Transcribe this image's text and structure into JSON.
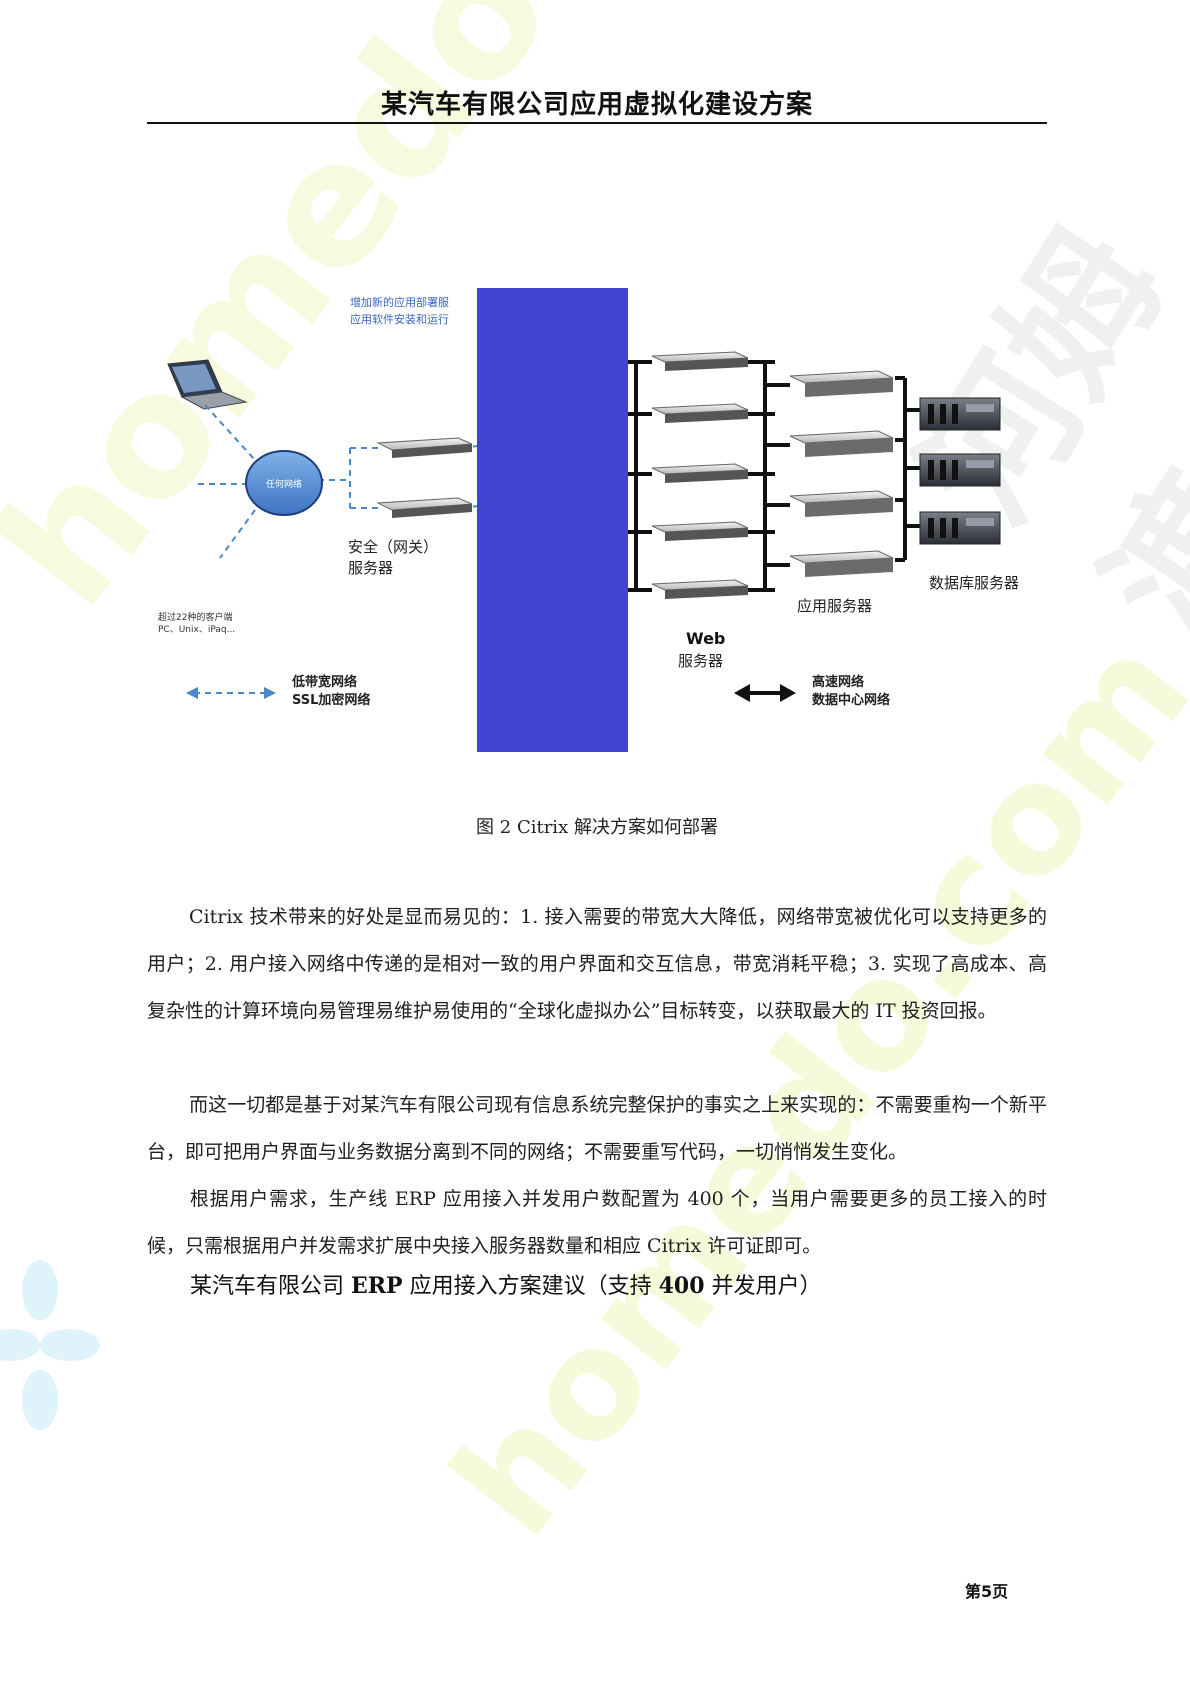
{
  "header": {
    "title": "某汽车有限公司应用虚拟化建设方案"
  },
  "diagram": {
    "top_note_1": "增加新的应用部署服",
    "top_note_2": "应用软件安装和运行",
    "any_network": "任何网络",
    "gateway_label_1": "安全（网关）",
    "gateway_label_2": "服务器",
    "clients_note_1": "超过22种的客户端",
    "clients_note_2": "PC、Unix、iPaq...",
    "low_bw_1": "低带宽网络",
    "low_bw_2": "SSL加密网络",
    "web_label_1": "Web",
    "web_label_2": "服务器",
    "app_label": "应用服务器",
    "db_label": "数据库服务器",
    "high_speed_1": "高速网络",
    "high_speed_2": "数据中心网络",
    "colors": {
      "blue_panel": "#4343d3",
      "dashed_link": "#4a86c8",
      "cloud_fill": "#4d86d0",
      "line": "#111111"
    }
  },
  "caption": "图 2 Citrix 解决方案如何部署",
  "paragraphs": {
    "p1": "Citrix 技术带来的好处是显而易见的：1. 接入需要的带宽大大降低，网络带宽被优化可以支持更多的用户；2. 用户接入网络中传递的是相对一致的用户界面和交互信息，带宽消耗平稳；3. 实现了高成本、高复杂性的计算环境向易管理易维护易使用的“全球化虚拟办公”目标转变，以获取最大的 IT 投资回报。",
    "p2": "而这一切都是基于对某汽车有限公司现有信息系统完整保护的事实之上来实现的：不需要重构一个新平台，即可把用户界面与业务数据分离到不同的网络；不需要重写代码，一切悄悄发生变化。",
    "p3": "根据用户需求，生产线 ERP 应用接入并发用户数配置为 400 个，当用户需要更多的员工接入的时候，只需根据用户并发需求扩展中央接入服务器数量和相应 Citrix 许可证即可。"
  },
  "subhead": {
    "pre": "某汽车有限公司 ",
    "erp": "ERP",
    "mid": " 应用接入方案建议（支持 ",
    "num": "400",
    "post": " 并发用户）"
  },
  "page_number": "第5页",
  "watermark": {
    "site": "homedo.com",
    "brand": "河姆渡"
  }
}
